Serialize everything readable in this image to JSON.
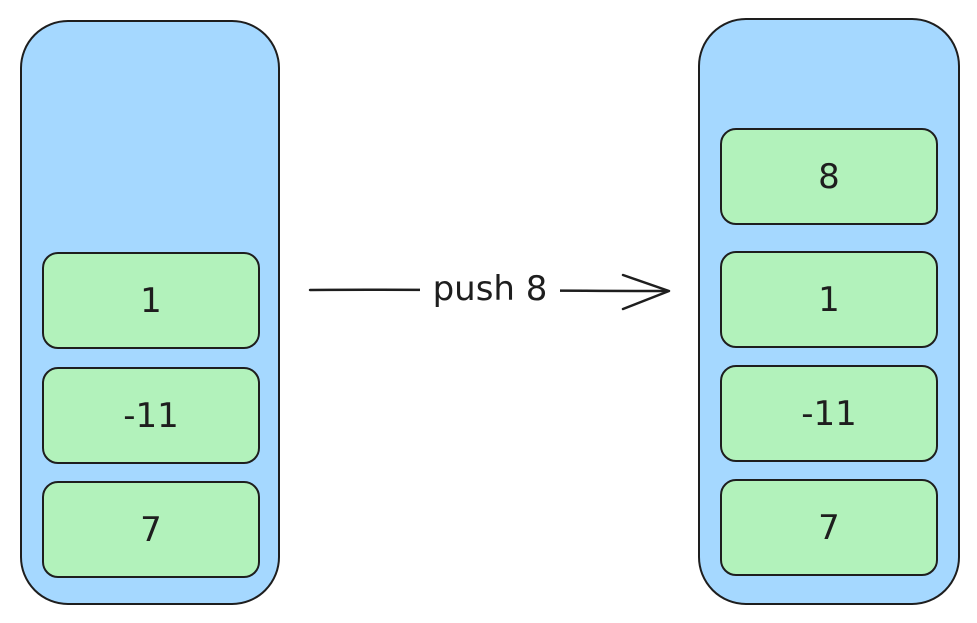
{
  "before": {
    "cells": [
      "1",
      "-11",
      "7"
    ]
  },
  "after": {
    "cells": [
      "8",
      "1",
      "-11",
      "7"
    ]
  },
  "arrow": {
    "label": "push 8"
  },
  "colors": {
    "stack_fill": "#a5d8ff",
    "cell_fill": "#b2f2bb",
    "stroke": "#1e1e1e"
  }
}
